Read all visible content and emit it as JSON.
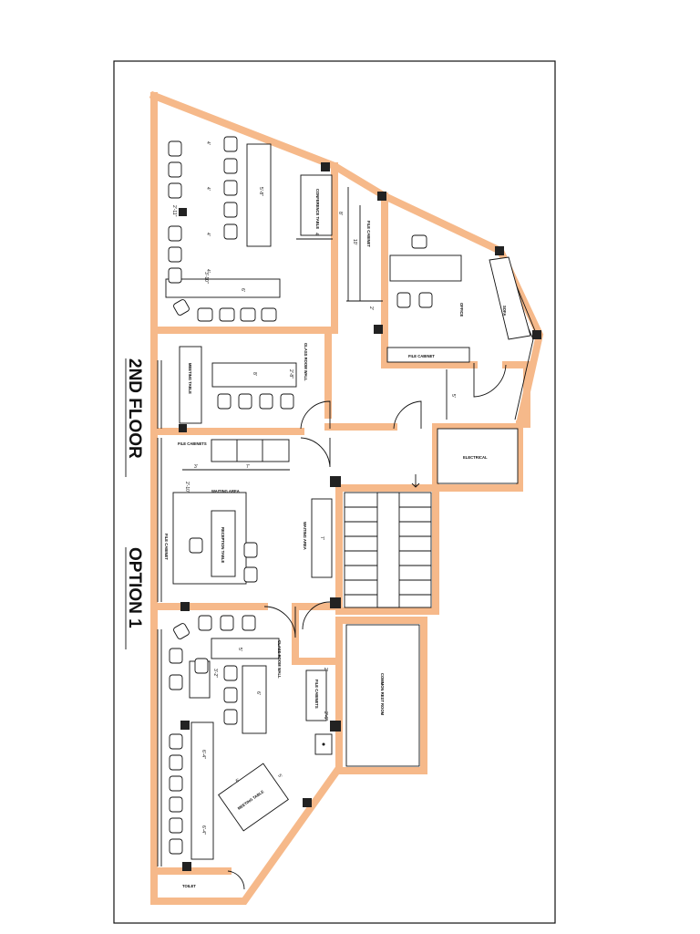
{
  "title_main": "2ND FLOOR",
  "title_option": "OPTION 1",
  "rooms": {
    "conference_table": "CONFERENCE TABLE",
    "meeting_table": "MEETING TABLE",
    "conf_room_wall": "GLASS ROOM WALL",
    "file_cabinet_top": "FILE CABINET",
    "office": "OFFICE",
    "sofa": "SOFA",
    "file_cabinet_office": "FILE CABINET",
    "file_cabinets": "FILE CABINETS",
    "waiting_area": "WAITING AREA",
    "reception_table": "RECEPTION TABLE",
    "waiting_area_side": "WAITING AREA",
    "file_cabinet_left": "FILE CABINET",
    "glass_room_wall_2": "GLASS ROOM WALL",
    "file_cabinets_2": "FILE CABINETS",
    "meeting_table_2": "MEETING TABLE",
    "electrical_room": "ELECTRICAL",
    "common_room": "COMMON REST ROOM",
    "toilet": "TOILET"
  },
  "dims": {
    "d1": "4'",
    "d2": "4'",
    "d3": "4'",
    "d4": "4'",
    "d5": "5'-8\"",
    "d6": "2'-11\"",
    "d7": "3'-10\"",
    "d8": "6'",
    "d9": "10'",
    "d10": "8'",
    "d11": "4'",
    "d12": "2'",
    "d13": "5'",
    "d14": "8'",
    "d15": "2'-8\"",
    "d16": "7'",
    "d17": "3'",
    "d18": "2'-10\"",
    "d19": "5'",
    "d20": "3'-2\"",
    "d21": "6'",
    "d22": "6'-4\"",
    "d23": "6'-4\"",
    "d24": "6'",
    "d25": "2'",
    "d26": "2'-6\"",
    "d27": "7'",
    "d28": "5'",
    "d29": "8'"
  }
}
